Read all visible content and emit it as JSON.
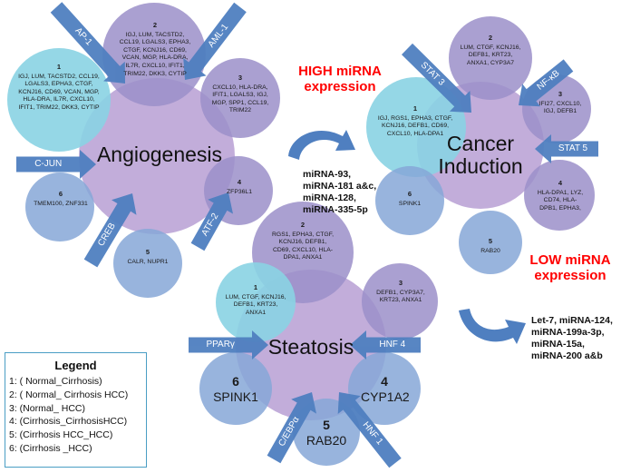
{
  "angiogenesis": {
    "title": "Angiogenesis",
    "groups": [
      {
        "num": "1",
        "genes": "IGJ, LUM, TACSTD2, CCL19, LGALS3, EPHA3, CTGF, KCNJ16, CD69, VCAN, MGP, HLA-DRA, IL7R, CXCL10, IFIT1, TRIM22, DKK3, CYTIP"
      },
      {
        "num": "2",
        "genes": "IGJ, LUM, TACSTD2, CCL19, LGALS3, EPHA3, CTGF, KCNJ16, CD69, VCAN, MGP, HLA-DRA, IL7R, CXCL10, IFIT1, TRIM22, DKK3, CYTIP"
      },
      {
        "num": "3",
        "genes": "CXCL10, HLA-DRA, IFIT1, LGALS3, IGJ, MGP, SPP1, CCL19, TRIM22"
      },
      {
        "num": "4",
        "genes": "ZFP36L1"
      },
      {
        "num": "5",
        "genes": "CALR, NUPR1"
      },
      {
        "num": "6",
        "genes": "TMEM100, ZNF331"
      }
    ],
    "arrows": [
      "AP-1",
      "AML-1",
      "C-JUN",
      "CREB",
      "ATF-2"
    ]
  },
  "cancer": {
    "title": "Cancer Induction",
    "groups": [
      {
        "num": "1",
        "genes": "IGJ, RGS1, EPHA3, CTGF, KCNJ16, DEFB1, CD69, CXCL10, HLA-DPA1"
      },
      {
        "num": "2",
        "genes": "LUM, CTGF, KCNJ16, DEFB1, KRT23, ANXA1, CYP3A7"
      },
      {
        "num": "3",
        "genes": "IFI27, CXCL10, IGJ, DEFB1"
      },
      {
        "num": "4",
        "genes": "HLA-DPA1, LYZ, CD74, HLA-DPB1, EPHA3,"
      },
      {
        "num": "5",
        "genes": "RAB20"
      },
      {
        "num": "6",
        "genes": "SPINK1"
      }
    ],
    "arrows": [
      "STAT 3",
      "NF-κB",
      "STAT 5"
    ]
  },
  "steatosis": {
    "title": "Steatosis",
    "groups": [
      {
        "num": "1",
        "genes": "LUM, CTGF, KCNJ16, DEFB1, KRT23, ANXA1"
      },
      {
        "num": "2",
        "genes": "RGS1, EPHA3, CTGF, KCNJ16, DEFB1, CD69, CXCL10, HLA-DPA1, ANXA1"
      },
      {
        "num": "3",
        "genes": "DEFB1, CYP3A7, KRT23, ANXA1"
      },
      {
        "num": "4",
        "genes": "CYP1A2"
      },
      {
        "num": "5",
        "genes": "RAB20"
      },
      {
        "num": "6",
        "genes": "SPINK1"
      }
    ],
    "arrows": [
      "PPARγ",
      "HNF 4",
      "C/EBPα",
      "HNF 1"
    ]
  },
  "high_expression": {
    "title": "HIGH miRNA expression",
    "mirnas": [
      "miRNA-93,",
      "miRNA-181 a&c,",
      "miRNA-128,",
      "miRNA-335-5p"
    ]
  },
  "low_expression": {
    "title": "LOW miRNA expression",
    "mirnas": [
      "Let-7, miRNA-124,",
      "miRNA-199a-3p,",
      "miRNA-15a,",
      "miRNA-200 a&b"
    ]
  },
  "legend": {
    "title": "Legend",
    "items": [
      "1: ( Normal_Cirrhosis)",
      "2: ( Normal_ Cirrhosis HCC)",
      "3: (Normal_ HCC)",
      "4: (Cirrhosis_CirrhosisHCC)",
      "5: (Cirrhosis HCC_HCC)",
      "6: (Cirrhosis _HCC)"
    ]
  },
  "colors": {
    "center": "#b79fd3",
    "purple": "#9b8fc9",
    "teal": "#8ad3e3",
    "blue": "#86a7d7",
    "arrow": "#4f7fc0",
    "red": "#ff0000"
  }
}
